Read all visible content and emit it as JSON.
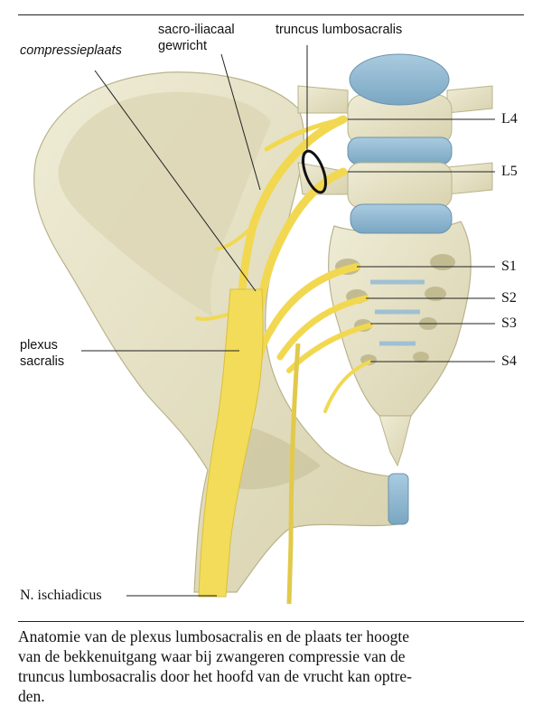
{
  "labels": {
    "compressieplaats": "compressieplaats",
    "sacro_iliacaal": "sacro-iliacaal\ngewricht",
    "truncus": "truncus lumbosacralis",
    "L4": "L4",
    "L5": "L5",
    "S1": "S1",
    "S2": "S2",
    "S3": "S3",
    "S4": "S4",
    "plexus": "plexus\nsacralis",
    "ischiadicus": "N. ischiadicus"
  },
  "caption": [
    "Anatomie van de plexus lumbosacralis en de plaats ter hoogte",
    "van de bekkenuitgang waar bij zwangeren compressie van de",
    "truncus lumbosacralis door het hoofd van de vrucht kan optre-",
    "den."
  ],
  "colors": {
    "bone": "#e9e5c8",
    "bone_shadow": "#c9c39e",
    "nerve": "#f3dc5a",
    "disc": "#8fb8d0",
    "leader": "#222222"
  }
}
